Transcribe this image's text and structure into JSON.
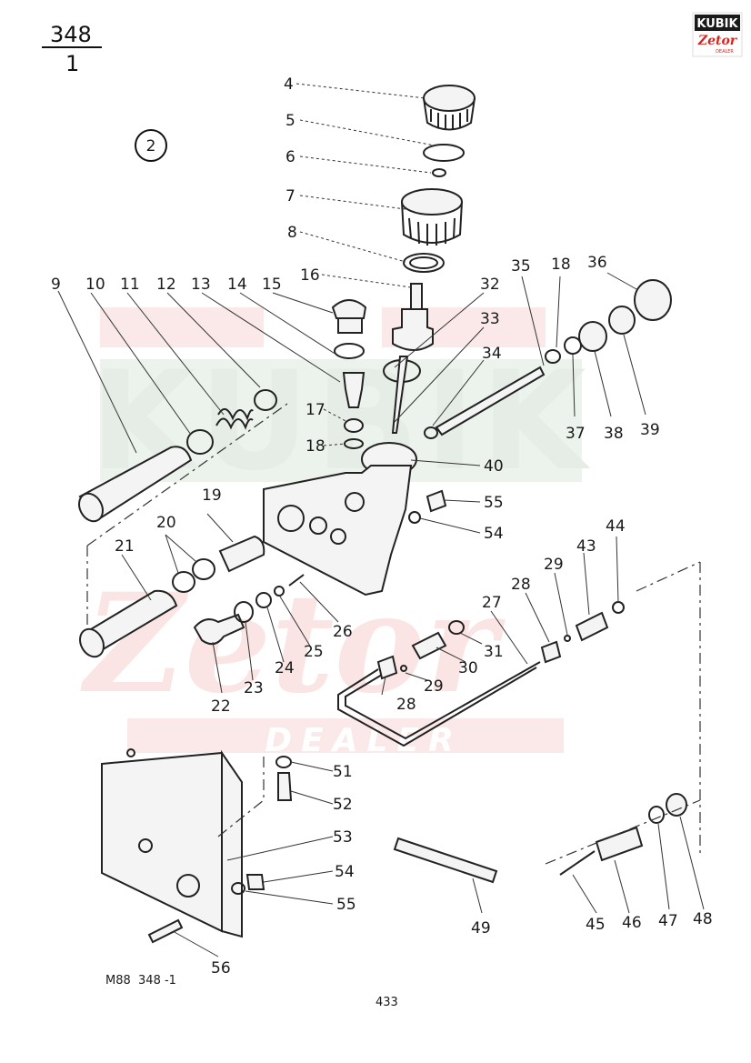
{
  "header": {
    "page_code_top": "348",
    "page_code_bottom": "1",
    "group_number": "2"
  },
  "logo": {
    "brand_top": "KUBIK",
    "brand_script": "Zetor",
    "brand_sub": "DEALER",
    "colors": {
      "red": "#d7261e",
      "dark": "#1a1a1a"
    }
  },
  "watermark": {
    "brand_top": "KUBIK",
    "brand_script": "Zetor",
    "brand_sub": "DEALER"
  },
  "parts": [
    "4",
    "5",
    "6",
    "7",
    "8",
    "9",
    "10",
    "11",
    "12",
    "13",
    "14",
    "15",
    "16",
    "17",
    "18",
    "18",
    "19",
    "20",
    "21",
    "22",
    "23",
    "24",
    "25",
    "26",
    "27",
    "28",
    "28",
    "29",
    "29",
    "30",
    "31",
    "32",
    "33",
    "34",
    "35",
    "36",
    "37",
    "38",
    "39",
    "40",
    "43",
    "44",
    "45",
    "46",
    "47",
    "48",
    "49",
    "51",
    "52",
    "53",
    "54",
    "54",
    "55",
    "55",
    "56"
  ],
  "footer": {
    "drawing_ref": "M88  348 -1",
    "page_number": "433"
  }
}
